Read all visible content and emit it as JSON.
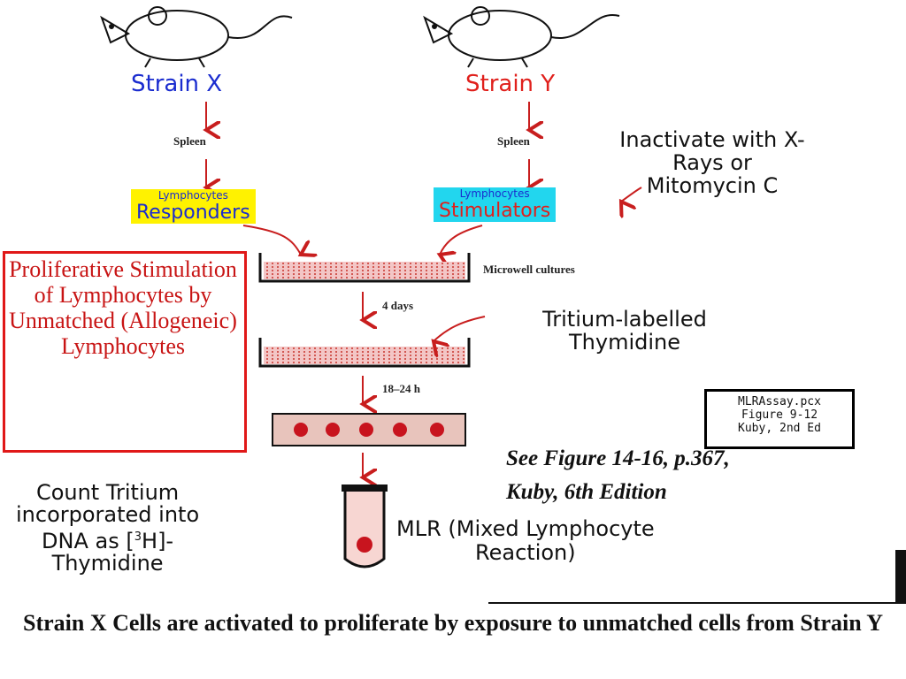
{
  "strain_x": "Strain X",
  "strain_y": "Strain Y",
  "spleen_label": "Spleen",
  "lymphocytes_label": "Lymphocytes",
  "responders_label": "Responders",
  "stimulators_label": "Stimulators",
  "inactivate": "Inactivate with X-Rays or Mitomycin C",
  "microwell": "Microwell cultures",
  "four_days": "4 days",
  "tritium_label": "Tritium-labelled Thymidine",
  "eighteen_24h": "18–24 h",
  "proliferative": "Proliferative Stimulation of Lymphocytes by Unmatched (Allogeneic) Lymphocytes",
  "mlrassay_line1": "MLRAssay.pcx",
  "mlrassay_line2": "Figure 9-12",
  "mlrassay_line3": "Kuby, 2nd Ed",
  "see_figure_line1": "See Figure 14-16, p.367,",
  "see_figure_line2": "Kuby, 6th Edition",
  "count_line1": "Count Tritium",
  "count_line2": "incorporated into",
  "count_line3_a": "DNA as [",
  "count_sup": "3",
  "count_line3_b": "H]-",
  "count_line4": "Thymidine",
  "mlr_line1": "MLR (Mixed Lymphocyte",
  "mlr_line2": "Reaction)",
  "caption": "Strain X Cells are activated to proliferate by exposure to unmatched cells from Strain Y",
  "colors": {
    "strain_x": "#1a2ccf",
    "strain_y": "#e0201c",
    "box_red": "#e01818",
    "yellow": "#fff200",
    "cyan": "#22d6ee"
  }
}
